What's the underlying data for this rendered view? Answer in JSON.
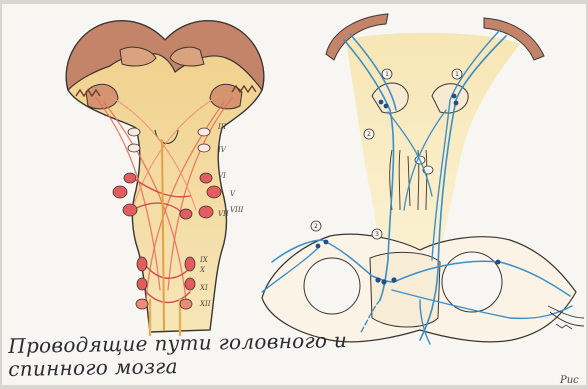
{
  "caption": {
    "line1": "Проводящие пути головного и",
    "line2": "спинного мозга"
  },
  "corner_mark": "Рис",
  "left_figure": {
    "roman_labels": [
      "III",
      "IV",
      "V",
      "VI",
      "VII",
      "VIII",
      "IX",
      "X",
      "XI",
      "XII"
    ]
  },
  "right_figure": {
    "number_labels": [
      "1",
      "1",
      "2",
      "3",
      "2"
    ]
  },
  "colors": {
    "paper": "#f7f6f2",
    "cortex": "#c4846a",
    "fill_yellow": "#f4dfa6",
    "nucleus_red": "#e25e5e",
    "pathway_red": "#e76b58",
    "pathway_blue": "#3b8fc7",
    "outline": "#3a3530"
  }
}
